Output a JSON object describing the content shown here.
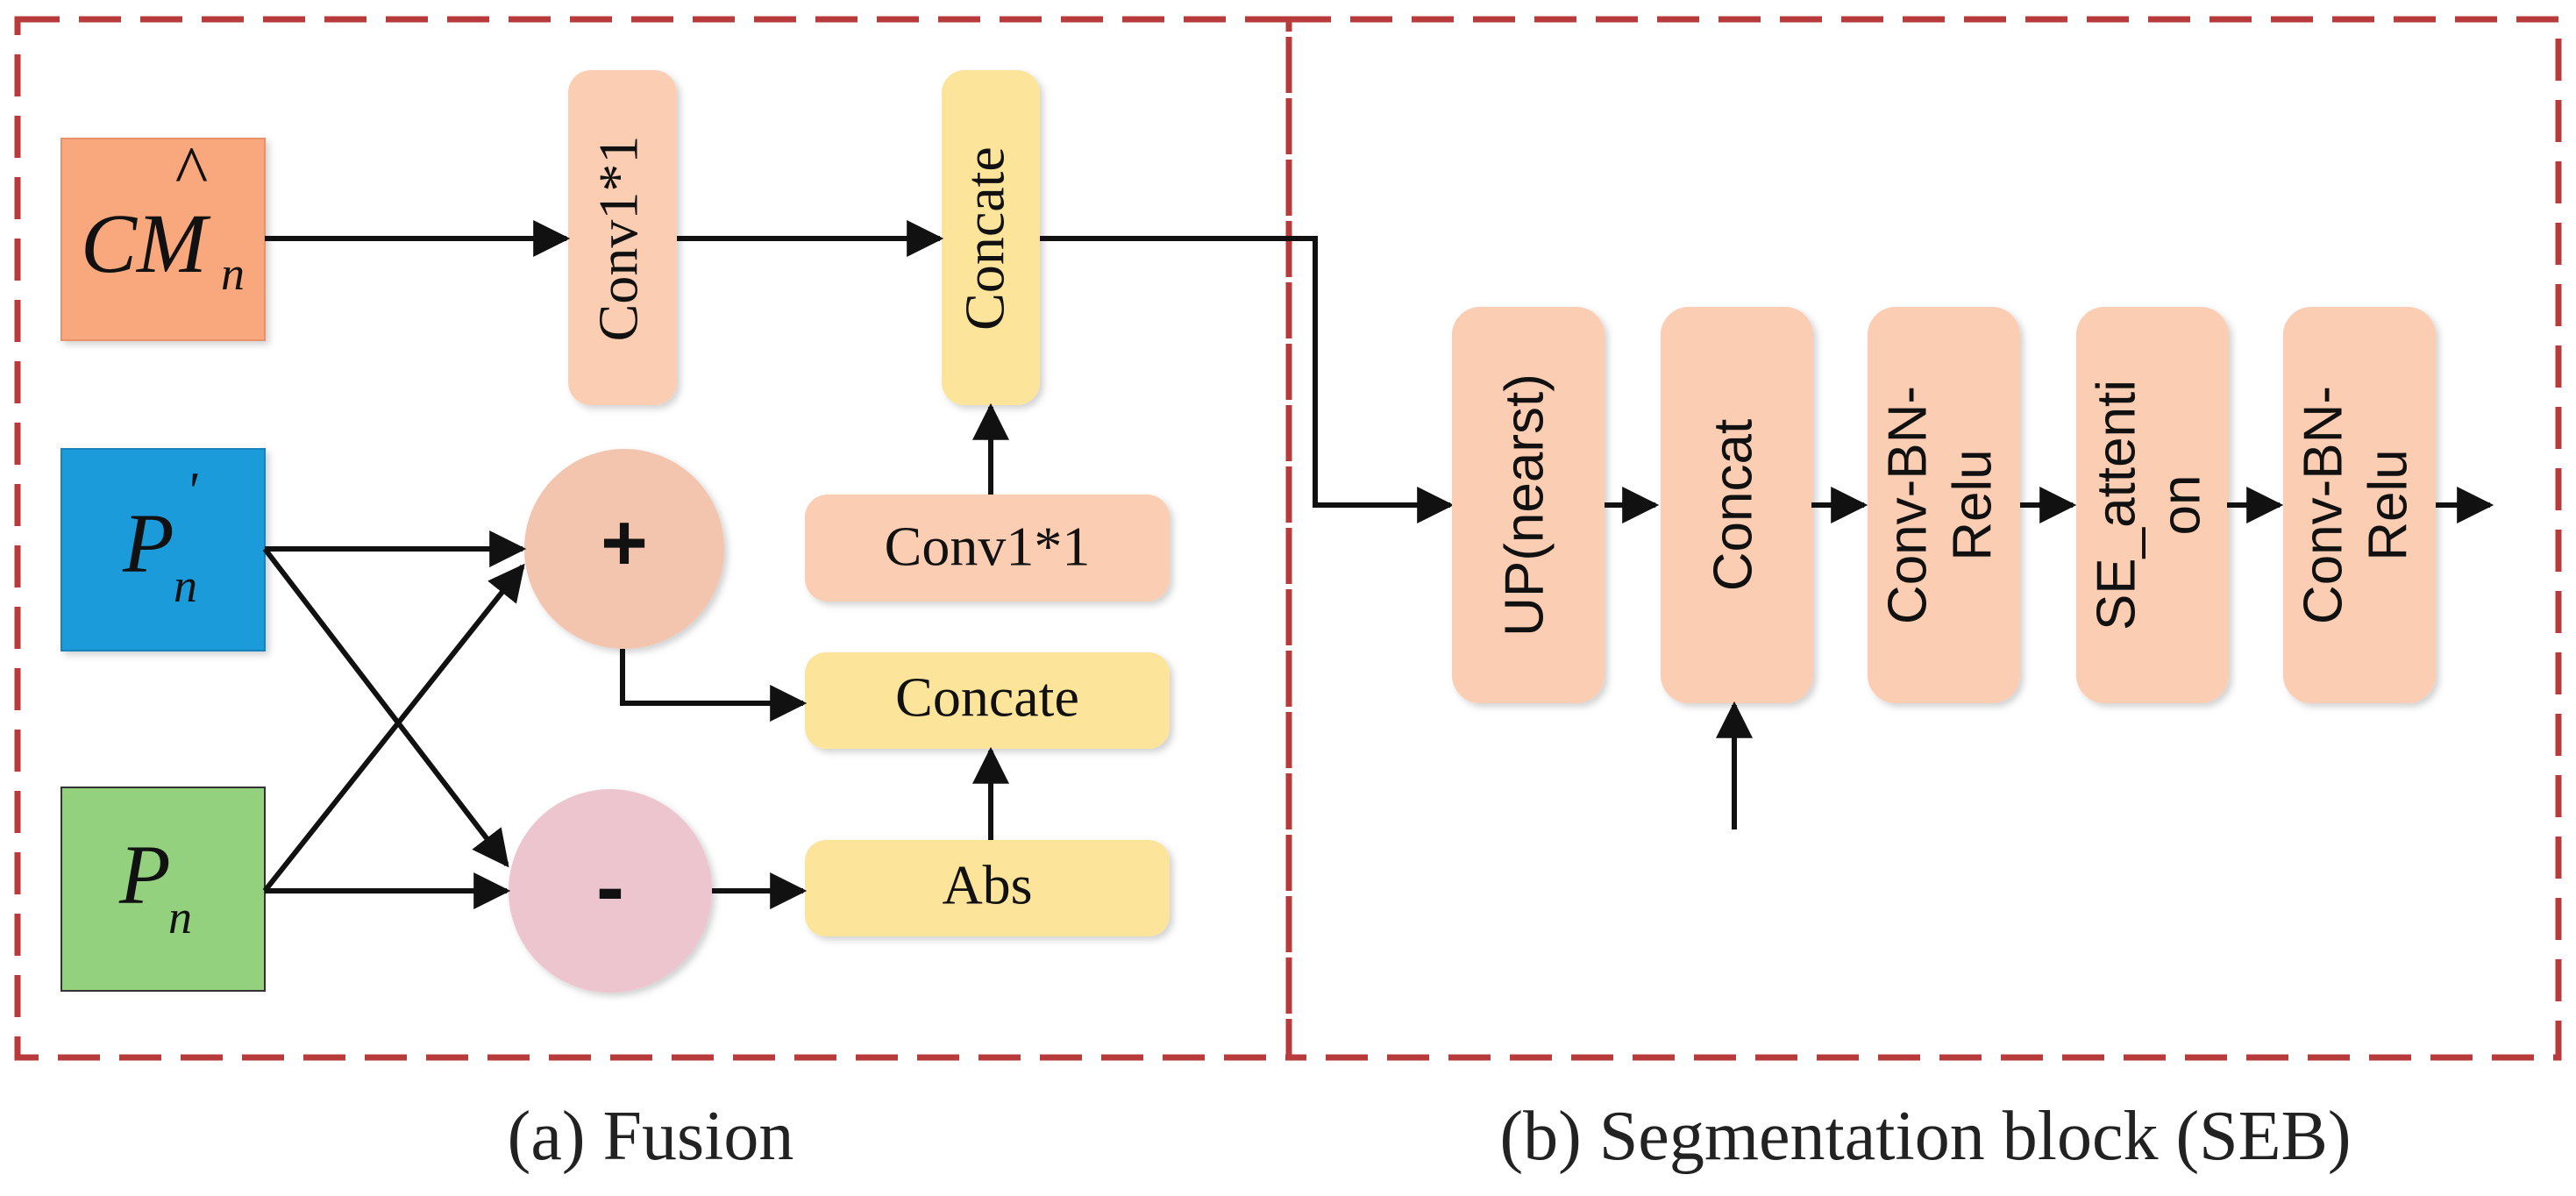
{
  "fusion": {
    "caption": "(a) Fusion",
    "inputs": {
      "cm": {
        "base": "CM",
        "hat": "^",
        "sub": "n",
        "color": "#F9A77C"
      },
      "p_prime": {
        "base": "P",
        "sup": "'",
        "sub": "n",
        "color": "#1E9BDB"
      },
      "p": {
        "base": "P",
        "sub": "n",
        "color": "#93D17F"
      }
    },
    "conv_top": "Conv1*1",
    "concate_top": "Concate",
    "conv_mid": "Conv1*1",
    "concate_mid": "Concate",
    "abs": "Abs",
    "plus": "+",
    "minus": "-"
  },
  "seb": {
    "caption": "(b) Segmentation block (SEB)",
    "blocks": [
      {
        "lines": [
          "UP(nearst)"
        ]
      },
      {
        "lines": [
          "Concat"
        ]
      },
      {
        "lines": [
          "Conv-BN-",
          "Relu"
        ]
      },
      {
        "lines": [
          "SE_attenti",
          "on"
        ]
      },
      {
        "lines": [
          "Conv-BN-",
          "Relu"
        ]
      }
    ]
  },
  "colors": {
    "dashed_border": "#B83A3A",
    "peach": "#FBCDB3",
    "yellow": "#FCE49A",
    "plus_circle": "#F3C4AE",
    "minus_circle": "#EDC5CE",
    "arrow": "#111111"
  }
}
